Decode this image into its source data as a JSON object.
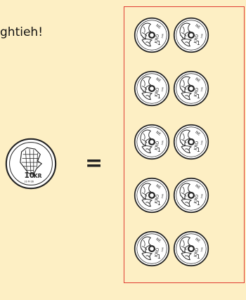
{
  "header": {
    "text": "ghtieh!"
  },
  "equation": {
    "symbol": "=",
    "big_coin": {
      "value_text": "10",
      "unit_text": "KR",
      "year_text": "20 M 06",
      "icon": "ten-krone-coin-icon"
    },
    "small_coin": {
      "text_top": "NE",
      "text_bottom": "KRO",
      "text_left": "1",
      "year_text": "2006",
      "icon": "one-krone-coin-icon"
    },
    "small_coin_count": 10,
    "colors": {
      "background": "#fdefc4",
      "panel_border": "#e03c31",
      "coin_metal": "#ffffff",
      "coin_ink": "#222222"
    }
  }
}
